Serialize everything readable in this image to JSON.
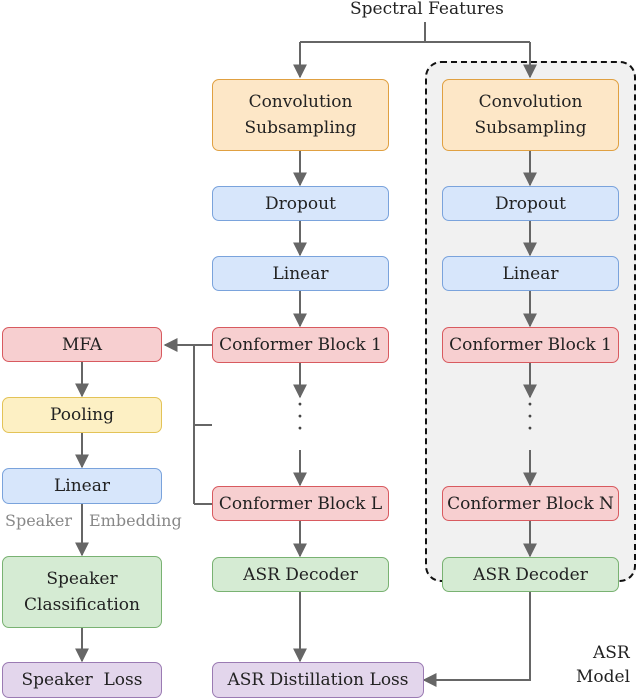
{
  "input": {
    "label": "Spectral Features"
  },
  "student": {
    "conv": [
      "Convolution",
      "Subsampling"
    ],
    "dropout": "Dropout",
    "linear": "Linear",
    "block_first": "Conformer Block 1",
    "block_last": "Conformer Block L",
    "decoder": "ASR Decoder"
  },
  "teacher": {
    "conv": [
      "Convolution",
      "Subsampling"
    ],
    "dropout": "Dropout",
    "linear": "Linear",
    "block_first": "Conformer Block 1",
    "block_last": "Conformer Block N",
    "decoder": "ASR Decoder",
    "group_label": [
      "ASR",
      "Model"
    ]
  },
  "speaker": {
    "mfa": "MFA",
    "pooling": "Pooling",
    "linear": "Linear",
    "embedding_label": [
      "Speaker",
      "Embedding"
    ],
    "classification": [
      "Speaker",
      "Classification"
    ],
    "loss": "Speaker  Loss"
  },
  "losses": {
    "distillation": "ASR Distillation Loss"
  },
  "colors": {
    "orange": "#fde7c7",
    "blue": "#d7e6fb",
    "red": "#f7cfd0",
    "yellow": "#fdf0c4",
    "green": "#d5ebd3",
    "purple": "#e3d6ec",
    "arrow": "#666666"
  }
}
